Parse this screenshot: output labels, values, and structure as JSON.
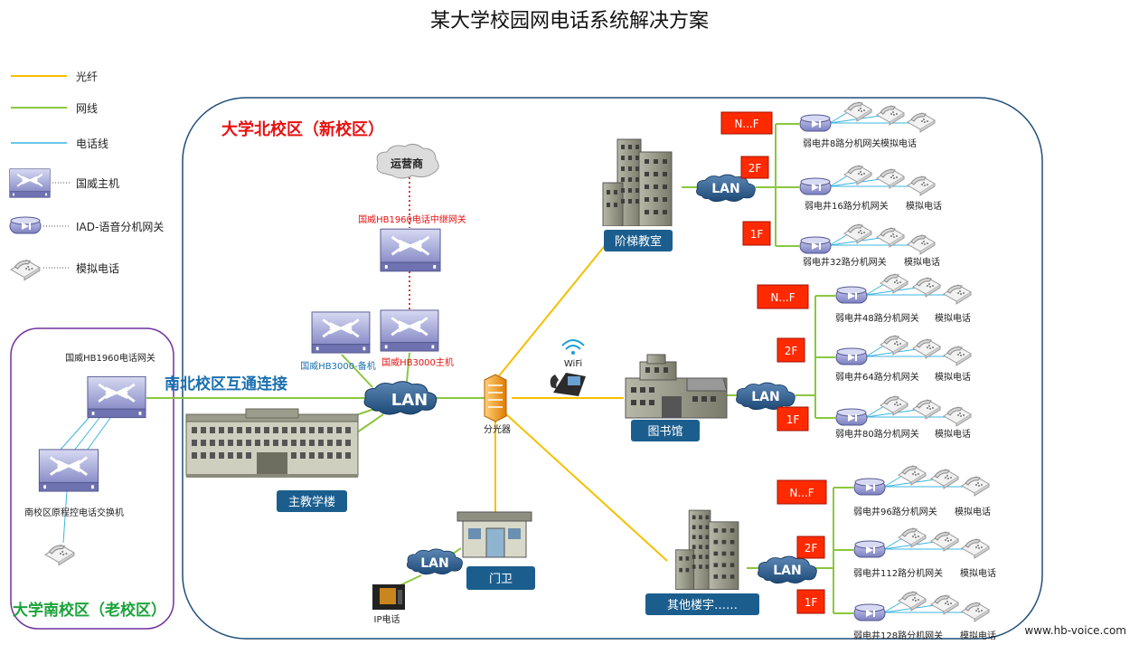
{
  "title": "某大学校园网电话系统解决方案",
  "watermark": "www.hb-voice.com",
  "legend": {
    "fiber": "光纤",
    "lan_cable": "网线",
    "phone_line": "电话线",
    "host": "国威主机",
    "iad": "IAD-语音分机网关",
    "analog_phone": "模拟电话"
  },
  "colors": {
    "fiber": "#f5c000",
    "lan_cable": "#8cc63f",
    "phone_line": "#3cb4e0",
    "north_campus_border": "#1f4e79",
    "south_campus_border": "#7030a0",
    "floor_box": "#ff2a00",
    "building_label_bg": "#1b5e8e"
  },
  "north_campus": {
    "title": "大学北校区（新校区）",
    "operator": "运营商",
    "trunk_gateway": "国威HB1960电话中继网关",
    "backup_host": "国威HB3000-备机",
    "main_host": "国威HB3000主机",
    "lan": "LAN",
    "splitter": "分光器",
    "wifi": "WiFi",
    "interconnect": "南北校区互通连接",
    "buildings": {
      "lecture": "阶梯教室",
      "library": "图书馆",
      "main_teaching": "主教学楼",
      "gate": "门卫",
      "other": "其他楼宇……"
    },
    "ip_phone": "IP电话",
    "floors": {
      "top": "N...F",
      "second": "2F",
      "first": "1F"
    },
    "gateways": {
      "g8": "弱电井8路分机网关",
      "g16": "弱电井16路分机网关",
      "g32": "弱电井32路分机网关",
      "g48": "弱电井48路分机网关",
      "g64": "弱电井64路分机网关",
      "g80": "弱电井80路分机网关",
      "g96": "弱电井96路分机网关",
      "g112": "弱电井112路分机网关",
      "g128": "弱电井128路分机网关"
    },
    "phones_label": "模拟电话"
  },
  "south_campus": {
    "title": "大学南校区（老校区）",
    "gateway": "国威HB1960电话网关",
    "old_switch": "南校区原程控电话交换机"
  }
}
